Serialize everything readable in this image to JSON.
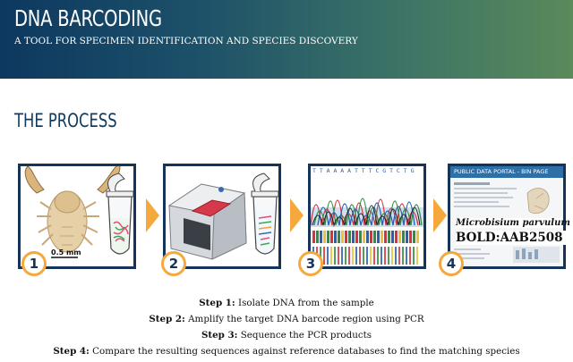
{
  "banner": {
    "title": "DNA BARCODING",
    "subtitle": "A TOOL FOR SPECIMEN IDENTIFICATION AND SPECIES DISCOVERY"
  },
  "section_title": "THE PROCESS",
  "steps": [
    {
      "number": "1",
      "label": "Step 1:",
      "text": "Isolate DNA from the sample",
      "scale": "0.5 mm"
    },
    {
      "number": "2",
      "label": "Step 2:",
      "text": "Amplify the target DNA barcode region using PCR"
    },
    {
      "number": "3",
      "label": "Step 3:",
      "text": "Sequence the PCR products",
      "sequence": "T T A A A A T T T C G T C T G"
    },
    {
      "number": "4",
      "label": "Step 4:",
      "text": "Compare the resulting sequences against reference databases to find the matching species",
      "portal_header": "PUBLIC DATA PORTAL - BIN PAGE",
      "species": "Microbisium parvulum",
      "bin": "BOLD:AAB2508"
    }
  ],
  "colors": {
    "banner_start": "#0d3860",
    "banner_end": "#5a8a5a",
    "navy": "#16345a",
    "accent": "#f5a93d"
  }
}
